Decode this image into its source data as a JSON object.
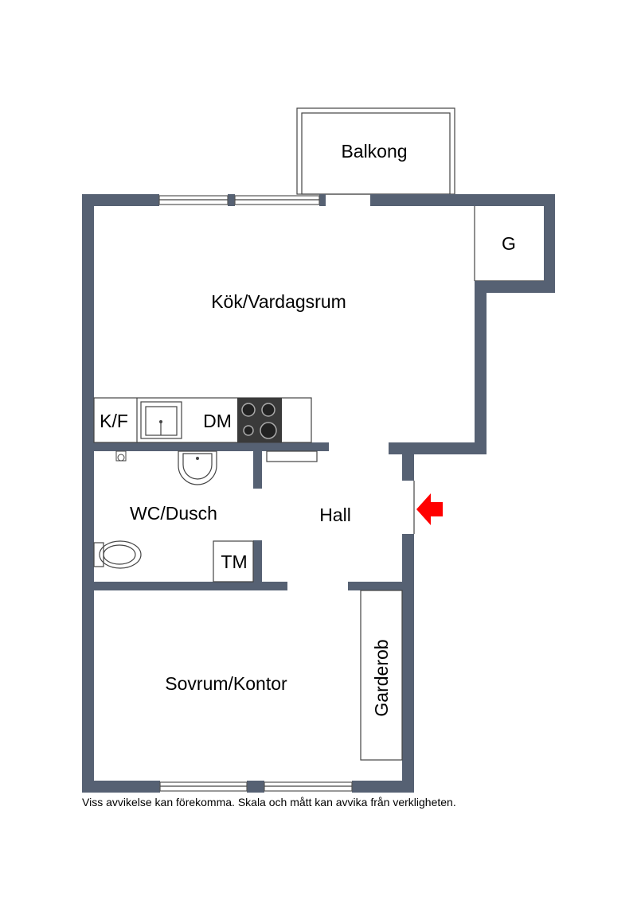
{
  "rooms": {
    "balcony": "Balkong",
    "storage": "G",
    "living": "Kök/Vardagsrum",
    "kitchen_fridge": "K/F",
    "dishwasher": "DM",
    "bathroom": "WC/Dusch",
    "hall": "Hall",
    "dryer": "TM",
    "wardrobe": "Garderob",
    "bedroom": "Sovrum/Kontor"
  },
  "entrance_arrow_color": "#ff0000",
  "wall_color": "#566173",
  "disclaimer": "Viss avvikelse kan förekomma. Skala och mått kan avvika från verkligheten."
}
